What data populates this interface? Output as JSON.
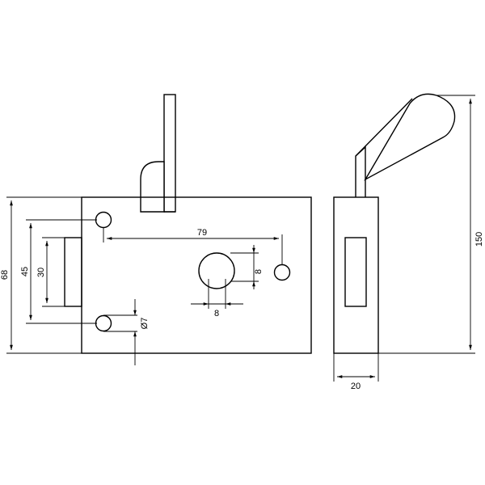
{
  "dimensions": {
    "height_68": "68",
    "spacing_45": "45",
    "slot_30": "30",
    "top_79": "79",
    "keyhole_width_8": "8",
    "keyhole_height_8": "8",
    "hole_diameter": "Ø7",
    "side_depth_20": "20",
    "total_height_150": "150"
  },
  "colors": {
    "line": "#000000",
    "background": "#ffffff"
  }
}
